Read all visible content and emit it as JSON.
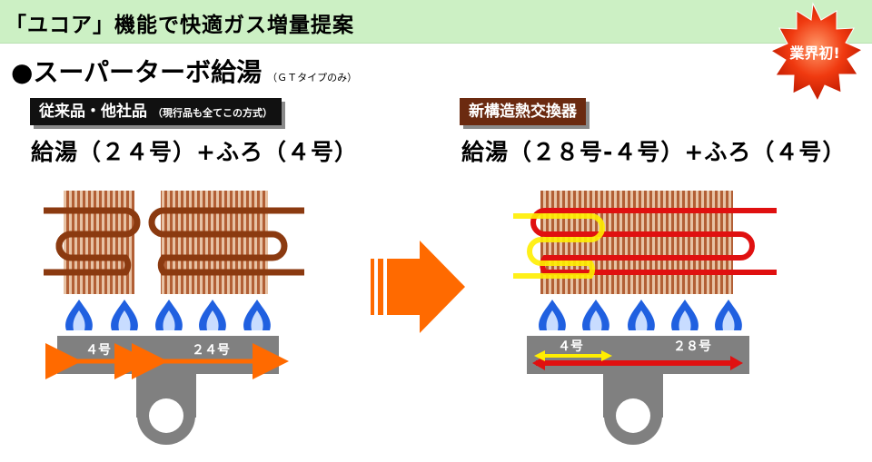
{
  "header": {
    "title": "「ユコア」機能で快適ガス増量提案",
    "badge": "業界初!"
  },
  "subtitle": {
    "text": "●スーパーターボ給湯",
    "note": "（ＧＴタイプのみ）"
  },
  "conventional": {
    "label": "従来品・他社品",
    "label_note": "（現行品も全てこの方式）",
    "spec": "給湯（２４号）+ふろ（４号）",
    "bath_range": "４号",
    "hot_water_range": "２４号"
  },
  "new_exchanger": {
    "label": "新構造熱交換器",
    "spec": "給湯（２８号‐４号）+ふろ（４号）",
    "bath_range": "４号",
    "hot_water_range": "２８号"
  },
  "colors": {
    "banner": "#ccf0c4",
    "fin": "#d4a07a",
    "tube_old": "#8b3a10",
    "tube_new": "#e01010",
    "tube_bath_new": "#ffee00",
    "flame": "#1f5bd9",
    "burner": "#808080",
    "arrow_orange": "#ff6a00",
    "badge": "#e53010"
  }
}
